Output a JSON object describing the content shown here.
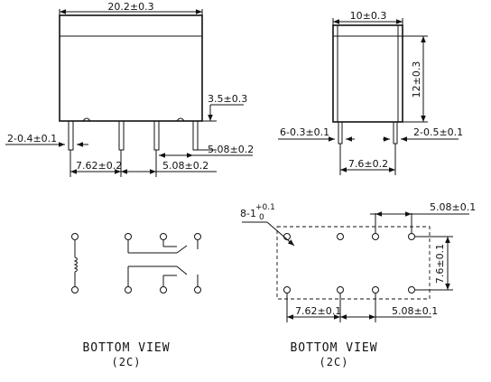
{
  "front_view": {
    "width_dim": "20.2±0.3",
    "pin_length_dim": "3.5±0.3",
    "pin_width_dim": "2-0.4±0.1",
    "pitch_right_dim": "5.08±0.2",
    "pitch_left_dim": "7.62±0.2",
    "pitch_bottom_dim": "5.08±0.2"
  },
  "side_view": {
    "width_dim": "10±0.3",
    "height_dim": "12±0.3",
    "left_pin_dim": "6-0.3±0.1",
    "right_pin_dim": "2-0.5±0.1",
    "pitch_dim": "7.6±0.2"
  },
  "footprint": {
    "hole_dim_main": "8-1",
    "hole_dim_sup": "+0.1",
    "hole_dim_sub": "0",
    "top_pitch_dim": "5.08±0.1",
    "row_spacing_dim": "7.6±0.1",
    "left_pitch_dim": "7.62±0.1",
    "right_pitch_dim": "5.08±0.1"
  },
  "schematic_caption": {
    "line1": "BOTTOM  VIEW",
    "line2": "(2C)"
  },
  "footprint_caption": {
    "line1": "BOTTOM  VIEW",
    "line2": "(2C)"
  }
}
